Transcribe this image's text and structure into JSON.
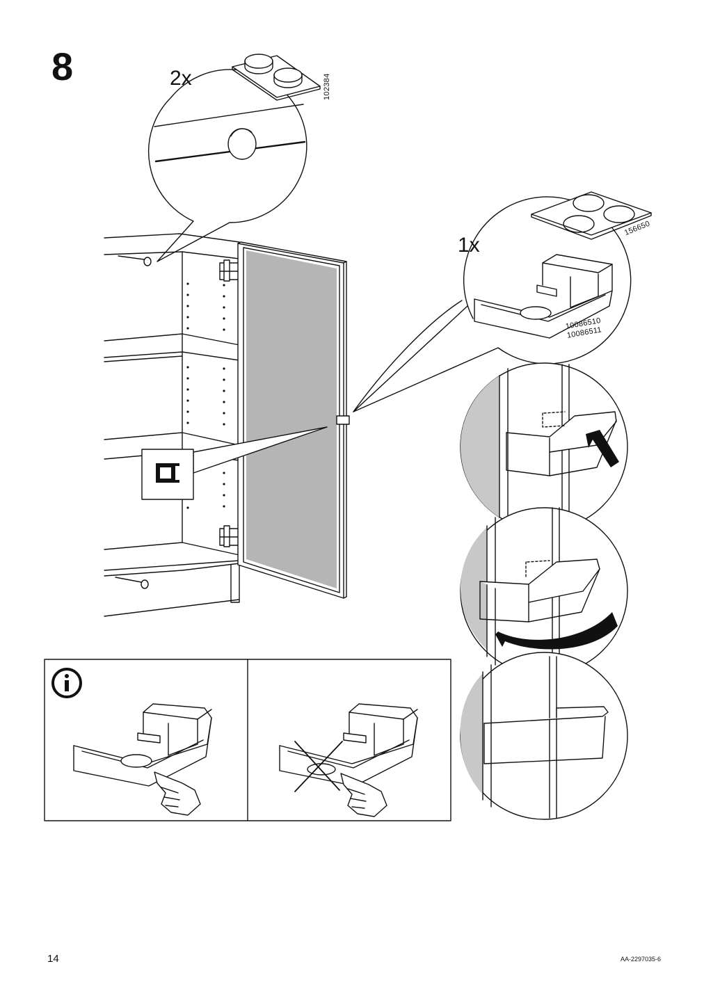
{
  "step": {
    "number": "8"
  },
  "bumper_callout": {
    "quantity": "2x",
    "part_number": "102384"
  },
  "strap_callout": {
    "quantity": "1x",
    "pad_part_number": "156650",
    "part_numbers": [
      "10086510",
      "10086511"
    ]
  },
  "info_panel": {
    "icon": "info-icon",
    "correct_icon": "pointing-hand-icon",
    "incorrect_icon": "cross-mark-icon"
  },
  "footer": {
    "page_number": "14",
    "document_code": "AA-2297035-6"
  },
  "colors": {
    "line": "#111111",
    "door_panel": "#b5b5b5",
    "wall": "#c8c8c8",
    "background": "#ffffff"
  }
}
